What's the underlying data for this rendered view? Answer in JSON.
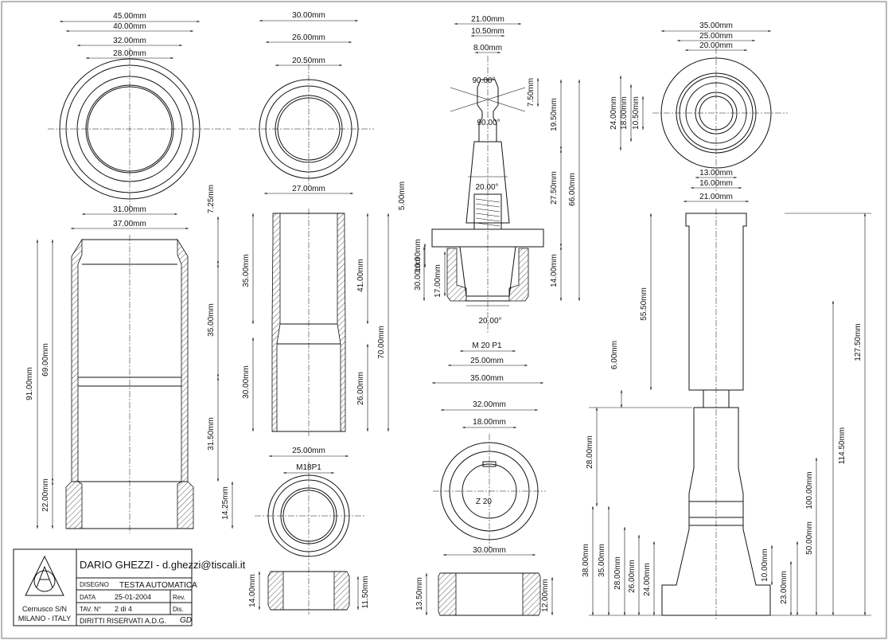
{
  "dimensions": {
    "v1": {
      "d45": "45.00mm",
      "d40": "40.00mm",
      "d32": "32.00mm",
      "d28": "28.00mm",
      "d31": "31.00mm",
      "d37": "37.00mm",
      "h725": "7.25mm",
      "h91": "91.00mm",
      "h69": "69.00mm",
      "h35": "35.00mm",
      "h3150": "31.50mm",
      "h22": "22.00mm",
      "h1425": "14.25mm"
    },
    "v2": {
      "d30": "30.00mm",
      "d26": "26.00mm",
      "d2050": "20.50mm",
      "d27": "27.00mm",
      "h35": "35.00mm",
      "h30": "30.00mm",
      "h5": "5.00mm",
      "h41": "41.00mm",
      "h70": "70.00mm",
      "h26": "26.00mm"
    },
    "v3": {
      "d25": "25.00mm",
      "thread": "M18P1",
      "h14": "14.00mm",
      "h1150": "11.50mm"
    },
    "v4": {
      "d21": "21.00mm",
      "d1050": "10.50mm",
      "d8": "8.00mm",
      "a90a": "90.00°",
      "a90b": "90.00°",
      "a20a": "20.00°",
      "a20b": "20.00°",
      "h750": "7.50mm",
      "h1950": "19.50mm",
      "h2750": "27.50mm",
      "h66": "66.00mm",
      "h10": "10.00mm",
      "h17": "17.00mm",
      "h30": "30.00mm",
      "h14": "14.00mm",
      "thread": "M 20 P1",
      "d25": "25.00mm",
      "d35": "35.00mm"
    },
    "v5": {
      "d32": "32.00mm",
      "d18": "18.00mm",
      "gear": "Z 20",
      "d30": "30.00mm",
      "h1350": "13.50mm",
      "h12": "12.00mm"
    },
    "v6": {
      "d35": "35.00mm",
      "d25": "25.00mm",
      "d20": "20.00mm",
      "d24": "24.00mm",
      "d18": "18.00mm",
      "d1050": "10.50mm",
      "d13": "13.00mm",
      "d16": "16.00mm",
      "d21": "21.00mm"
    },
    "v7": {
      "h5550": "55.50mm",
      "h6": "6.00mm",
      "h12750": "127.50mm",
      "h11450": "114.50mm",
      "h28a": "28.00mm",
      "h100": "100.00mm",
      "h50": "50.00mm",
      "h38": "38.00mm",
      "h35": "35.00mm",
      "h28b": "28.00mm",
      "h26": "26.00mm",
      "h24": "24.00mm",
      "h10": "10.00mm",
      "h23": "23.00mm"
    }
  },
  "title_block": {
    "author": "DARIO GHEZZI - d.ghezzi@tiscali.it",
    "disegno_label": "DISEGNO",
    "disegno_value": "TESTA AUTOMATICA",
    "data_label": "DATA",
    "data_value": "25-01-2004",
    "rev_label": "Rev.",
    "tav_label": "TAV. N°",
    "tav_value": "2 di 4",
    "dis_label": "Dis.",
    "rights": "DIRITTI RISERVATI  A.D.G.",
    "signature": "GD",
    "company_line1": "Cernusco S/N",
    "company_line2": "MILANO - ITALY",
    "logo_letters": "ADG"
  }
}
